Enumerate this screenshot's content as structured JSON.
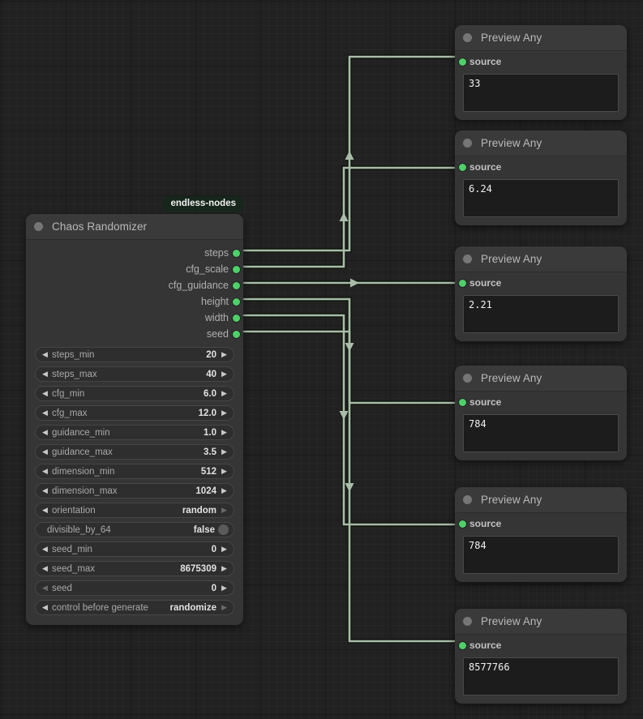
{
  "canvas": {
    "background": "#212121",
    "grid_minor": "10px",
    "grid_major": "80px",
    "link_color": "#a9bda9",
    "slot_color": "#4fd06a"
  },
  "randomizer_node": {
    "badge": "endless-nodes",
    "title": "Chaos Randomizer",
    "outputs": [
      {
        "label": "steps"
      },
      {
        "label": "cfg_scale"
      },
      {
        "label": "cfg_guidance"
      },
      {
        "label": "height"
      },
      {
        "label": "width"
      },
      {
        "label": "seed"
      }
    ],
    "widgets": [
      {
        "name": "steps_min",
        "value": "20",
        "type": "number"
      },
      {
        "name": "steps_max",
        "value": "40",
        "type": "number"
      },
      {
        "name": "cfg_min",
        "value": "6.0",
        "type": "number"
      },
      {
        "name": "cfg_max",
        "value": "12.0",
        "type": "number"
      },
      {
        "name": "guidance_min",
        "value": "1.0",
        "type": "number"
      },
      {
        "name": "guidance_max",
        "value": "3.5",
        "type": "number"
      },
      {
        "name": "dimension_min",
        "value": "512",
        "type": "number"
      },
      {
        "name": "dimension_max",
        "value": "1024",
        "type": "number"
      },
      {
        "name": "orientation",
        "value": "random",
        "type": "combo"
      },
      {
        "name": "divisible_by_64",
        "value": "false",
        "type": "boolean"
      },
      {
        "name": "seed_min",
        "value": "0",
        "type": "number"
      },
      {
        "name": "seed_max",
        "value": "8675309",
        "type": "number"
      },
      {
        "name": "seed",
        "value": "0",
        "type": "number"
      },
      {
        "name": "control before generate",
        "value": "randomize",
        "type": "combo"
      }
    ]
  },
  "preview_nodes": [
    {
      "title": "Preview Any",
      "input_label": "source",
      "value": "33"
    },
    {
      "title": "Preview Any",
      "input_label": "source",
      "value": "6.24"
    },
    {
      "title": "Preview Any",
      "input_label": "source",
      "value": "2.21"
    },
    {
      "title": "Preview Any",
      "input_label": "source",
      "value": "784"
    },
    {
      "title": "Preview Any",
      "input_label": "source",
      "value": "784"
    },
    {
      "title": "Preview Any",
      "input_label": "source",
      "value": "8577766"
    }
  ]
}
